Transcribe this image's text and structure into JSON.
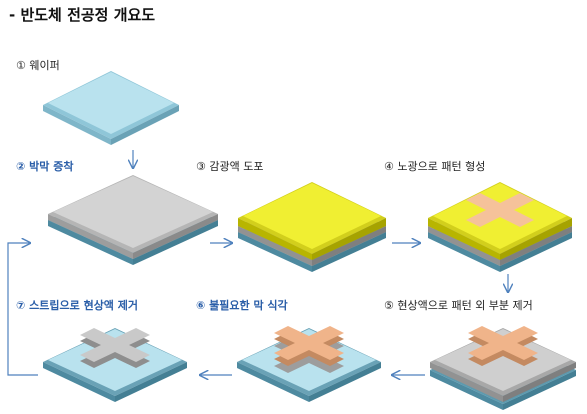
{
  "title": "- 반도체 전공정 개요도",
  "steps": [
    {
      "label": "① 웨이퍼",
      "highlight": false
    },
    {
      "label": "② 박막 증착",
      "highlight": true
    },
    {
      "label": "③ 감광액 도포",
      "highlight": false
    },
    {
      "label": "④ 노광으로 패턴 형성",
      "highlight": false
    },
    {
      "label": "⑤ 현상액으로 패턴 외 부분 제거",
      "highlight": false
    },
    {
      "label": "⑥ 불필요한 막 식각",
      "highlight": true
    },
    {
      "label": "⑦ 스트립으로 현상액 제거",
      "highlight": true
    }
  ],
  "colors": {
    "wafer": "#b9e2ee",
    "film": "#d3d3d3",
    "photoresist": "#f0ef32",
    "exposed_pattern": "#f5c29a",
    "copper": "#f0b48a",
    "arrow": "#4f81bd",
    "label_highlight": "#2a5ea8"
  }
}
